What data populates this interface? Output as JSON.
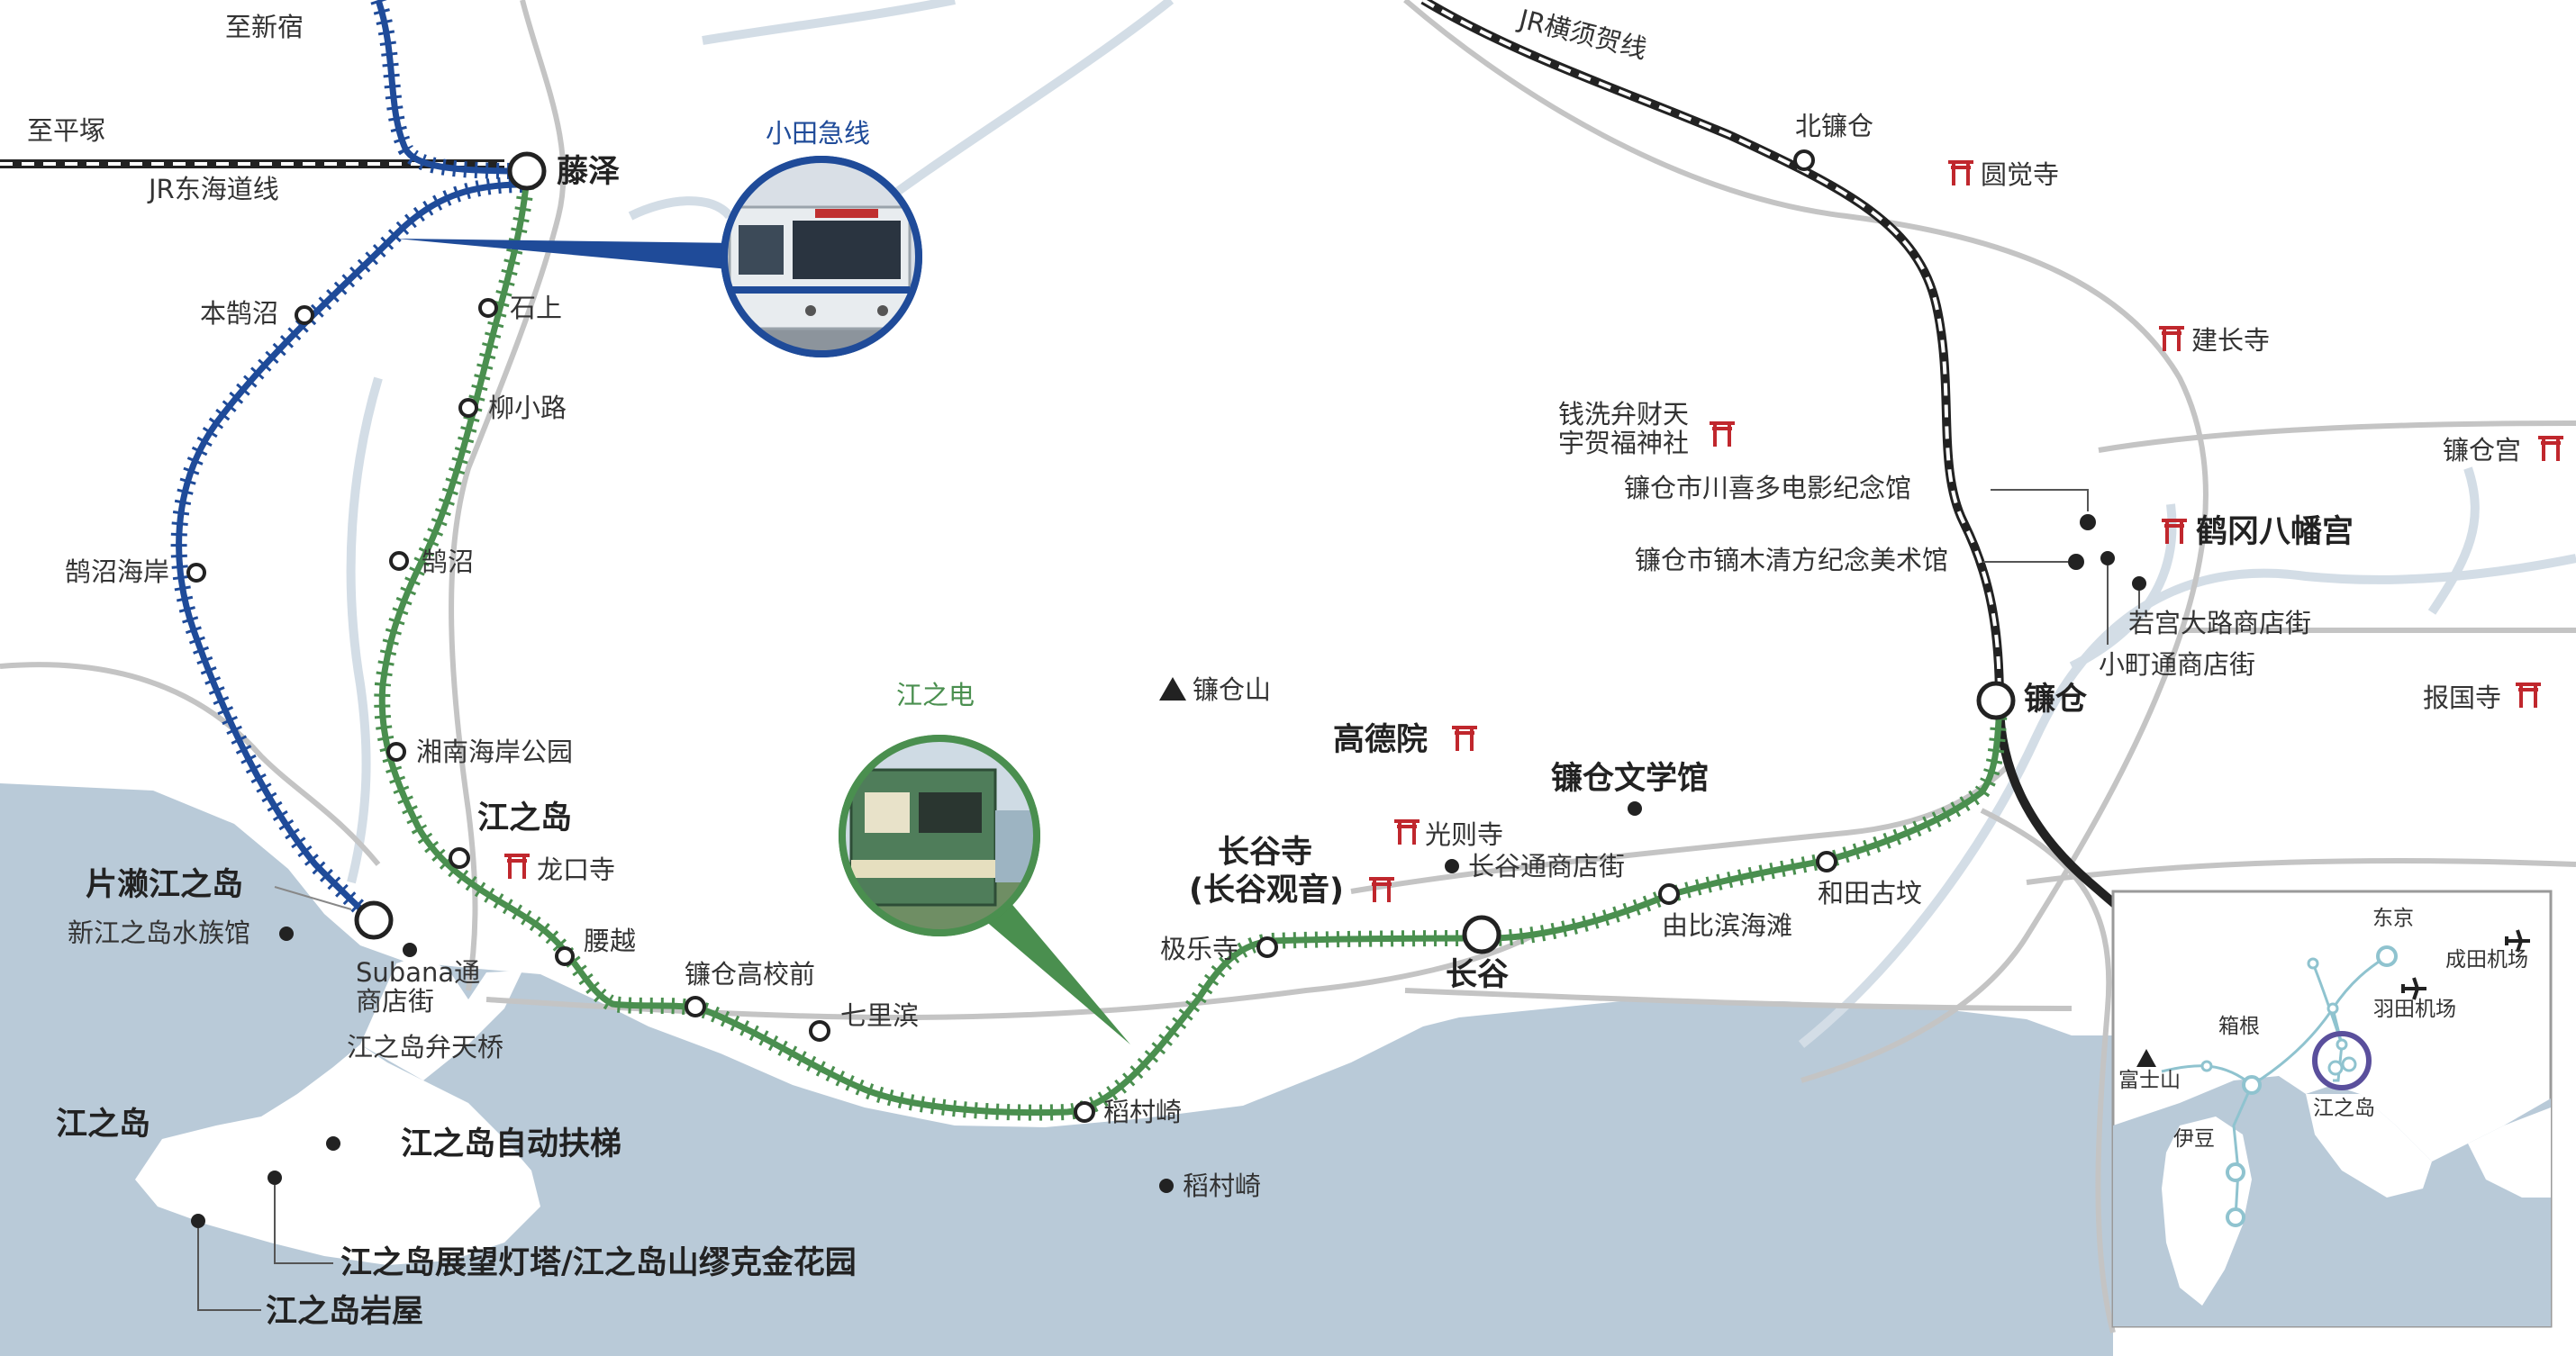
{
  "colors": {
    "sea": "#b9cad8",
    "road": "#c4c4c4",
    "river": "#d3dde6",
    "odakyu": "#1f4b99",
    "enoden": "#4a8f4f",
    "jr": "#222222",
    "shrine": "#c0272d",
    "inset_line": "#8fc3cf",
    "inset_ring": "#5a4f9c"
  },
  "lines": {
    "odakyu": "小田急线",
    "enoden": "江之电",
    "jr_tokaido": "JR东海道线",
    "jr_yokosuka": "JR横须贺线"
  },
  "directions": {
    "shinjuku": "至新宿",
    "hiratsuka": "至平塚"
  },
  "odakyu_stations": {
    "ishigami": "石上",
    "yanagikoji": "柳小路",
    "kugenuma": "鹄沼",
    "shonan_kaigan_koen": "湘南海岸公园",
    "hon_kugenuma": "本鹄沼",
    "kugenuma_kaigan": "鹄沼海岸",
    "katase_enoshima": "片濑江之岛"
  },
  "enoden_stations": {
    "fujisawa": "藤泽",
    "enoshima": "江之岛",
    "koshigoe": "腰越",
    "kamakura_koko_mae": "镰仓高校前",
    "shichirigahama": "七里滨",
    "inamuragasaki": "稻村崎",
    "gokurakuji": "极乐寺",
    "hase": "长谷",
    "yuigahama": "由比滨海滩",
    "wadazuka": "和田古坟",
    "kamakura": "镰仓"
  },
  "jr_stations": {
    "kita_kamakura": "北镰仓"
  },
  "places": {
    "enoshima_island": "江之岛",
    "aquarium": "新江之岛水族馆",
    "subana_1": "Subana通",
    "subana_2": "商店街",
    "benten_bridge": "江之岛弁天桥",
    "escalator": "江之岛自动扶梯",
    "lighthouse": "江之岛展望灯塔/江之岛山缪克金花园",
    "caves": "江之岛岩屋",
    "ryukoji": "龙口寺",
    "kamakurayama": "镰仓山",
    "kotokuin": "高德院",
    "bungakukan": "镰仓文学馆",
    "kosokuji": "光则寺",
    "hasedera_1": "长谷寺",
    "hasedera_2": "(长谷观音)",
    "hase_shotengai": "长谷通商店街",
    "inamuragasaki_park": "稻村崎",
    "zeniarai_1": "钱洗弁财天",
    "zeniarai_2": "宇贺福神社",
    "kawakita_museum": "镰仓市川喜多电影纪念馆",
    "kaburaki_museum": "镰仓市镝木清方纪念美术馆",
    "tsurugaoka": "鹤冈八幡宫",
    "wakamiya_oji": "若宫大路商店街",
    "komachi_dori": "小町通商店街",
    "engakuji": "圆觉寺",
    "kenchoji": "建长寺",
    "kamakuragu": "镰仓宫",
    "hokokuji": "报国寺"
  },
  "inset": {
    "tokyo": "东京",
    "narita": "成田机场",
    "haneda": "羽田机场",
    "hakone": "箱根",
    "fuji": "富士山",
    "izu": "伊豆",
    "enoshima": "江之岛"
  },
  "icons": {
    "shrine": "torii-icon",
    "mountain": "mountain-icon",
    "airport": "airplane-icon"
  }
}
